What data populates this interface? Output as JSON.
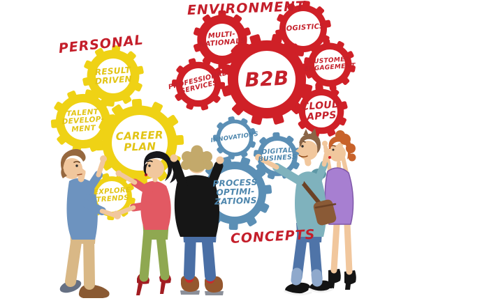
{
  "scene": {
    "type": "cartoon-illustration-of-people-turning-gears",
    "background": "#ffffff"
  },
  "titles": {
    "environment": "ENVIRONMENT",
    "personal": "PERSONAL",
    "concepts": "CONCEPTS"
  },
  "gears": [
    {
      "id": "multi-nationals",
      "label": "MULTI-\nNATIONALS",
      "color": "red"
    },
    {
      "id": "logistics",
      "label": "LOGISTICS",
      "color": "red"
    },
    {
      "id": "b2b",
      "label": "B2B",
      "color": "red"
    },
    {
      "id": "professional-services",
      "label": "PROFESSIONAL\nSERVICES",
      "color": "red"
    },
    {
      "id": "customer-engagement",
      "label": "CUSTOMER\nENGAGEMENT",
      "color": "red"
    },
    {
      "id": "cloud-apps",
      "label": "CLOUD\nAPPS",
      "color": "red"
    },
    {
      "id": "result-driven",
      "label": "RESULT\nDRIVEN",
      "color": "yellow"
    },
    {
      "id": "talent-development",
      "label": "TALENT\nDEVELOP-\nMENT",
      "color": "yellow"
    },
    {
      "id": "career-plan",
      "label": "CAREER\nPLAN",
      "color": "yellow"
    },
    {
      "id": "explore-trends",
      "label": "EXPLORE\nTRENDS",
      "color": "yellow"
    },
    {
      "id": "innovations",
      "label": "INNOVATIONS",
      "color": "blue"
    },
    {
      "id": "digital-business",
      "label": "DIGITAL\nBUSINESS",
      "color": "blue"
    },
    {
      "id": "process-optimizations",
      "label": "PROCESS\nOPTIMI-\nZATIONS",
      "color": "blue"
    }
  ],
  "figures": [
    {
      "name": "man-blue-shirt-reaching-up"
    },
    {
      "name": "woman-black-bob-red-top"
    },
    {
      "name": "person-curly-hair-black-sweater-back-view"
    },
    {
      "name": "man-teal-hoodie-with-satchel"
    },
    {
      "name": "woman-orange-hair-purple-dress"
    }
  ],
  "palette": {
    "red": "#cf2027",
    "yellow": "#efd215",
    "blue": "#5b8fb5",
    "red_text": "#c5212b",
    "yellow_text": "#e2c414",
    "blue_text": "#4d86ad",
    "title_red": "#c41e2a",
    "skin": "#f1c79d",
    "lips": "#cf1f26",
    "m1_shirt": "#6d93bf",
    "m1_pants": "#d9b886",
    "m1_hair": "#96683f",
    "m1_shoe_a": "#667083",
    "m1_shoe_b": "#8a5a33",
    "w2_hair": "#17171b",
    "w2_top": "#e25963",
    "w2_pants": "#8fa851",
    "w2_heels": "#a21d22",
    "p3_hair": "#c3a96b",
    "p3_top": "#161616",
    "p3_jeans": "#4a6fa5",
    "p3_boots": "#95572e",
    "p3_socks": "#cc2a2a",
    "m4_hoodie": "#7fb2bd",
    "m4_hood": "#5e98a6",
    "m4_bag": "#8a5a36",
    "m4_strap": "#6b4226",
    "m4_jeans": "#4f74a8",
    "m4_cuff": "#8fa9cc",
    "m4_shoes": "#131313",
    "m4_hair": "#8a6547",
    "w5_hair": "#c8622a",
    "w5_dress": "#a77fd1",
    "w5_dress_edge": "#7e57a8",
    "w5_boots": "#141414"
  }
}
